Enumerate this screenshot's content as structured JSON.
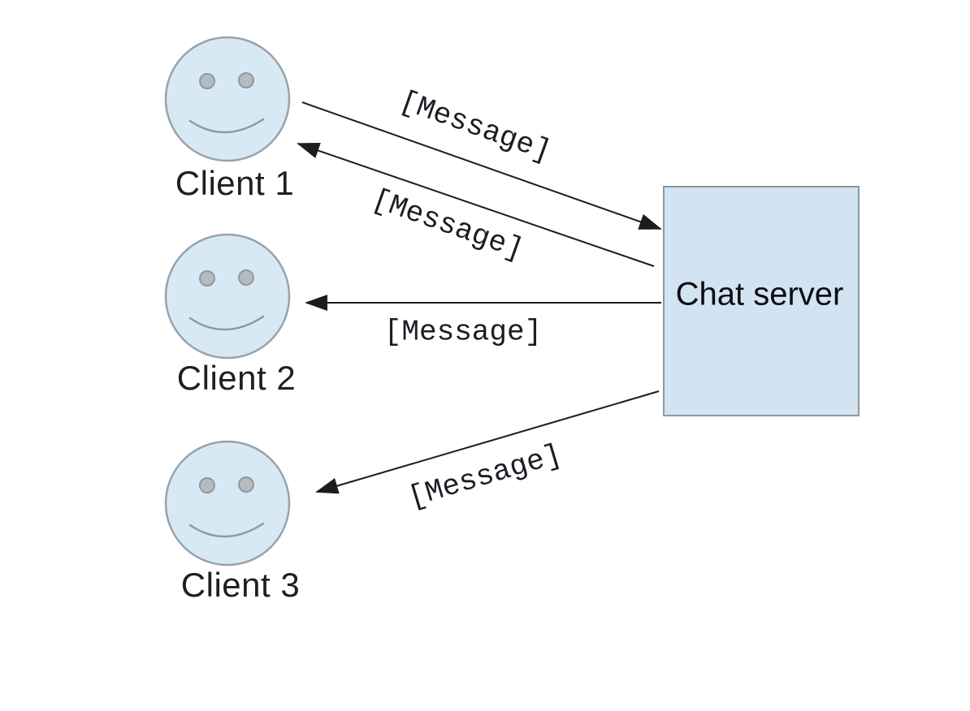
{
  "colors": {
    "face_fill": "#d8e9f6",
    "face_stroke": "#98a2ab",
    "eye_fill": "#b4bcc2",
    "eye_stroke": "#8f99a1",
    "smile_stroke": "#8f99a1",
    "server_fill": "#d2e4f2",
    "server_stroke": "#8f989e",
    "arrow": "#1c1c1c"
  },
  "server": {
    "label": "Chat server"
  },
  "clients": [
    {
      "label": "Client 1"
    },
    {
      "label": "Client 2"
    },
    {
      "label": "Client 3"
    }
  ],
  "arrows": [
    {
      "label": "[Message]",
      "from": "Client 1",
      "to": "Chat server"
    },
    {
      "label": "[Message]",
      "from": "Chat server",
      "to": "Client 1"
    },
    {
      "label": "[Message]",
      "from": "Chat server",
      "to": "Client 2"
    },
    {
      "label": "[Message]",
      "from": "Chat server",
      "to": "Client 3"
    }
  ]
}
